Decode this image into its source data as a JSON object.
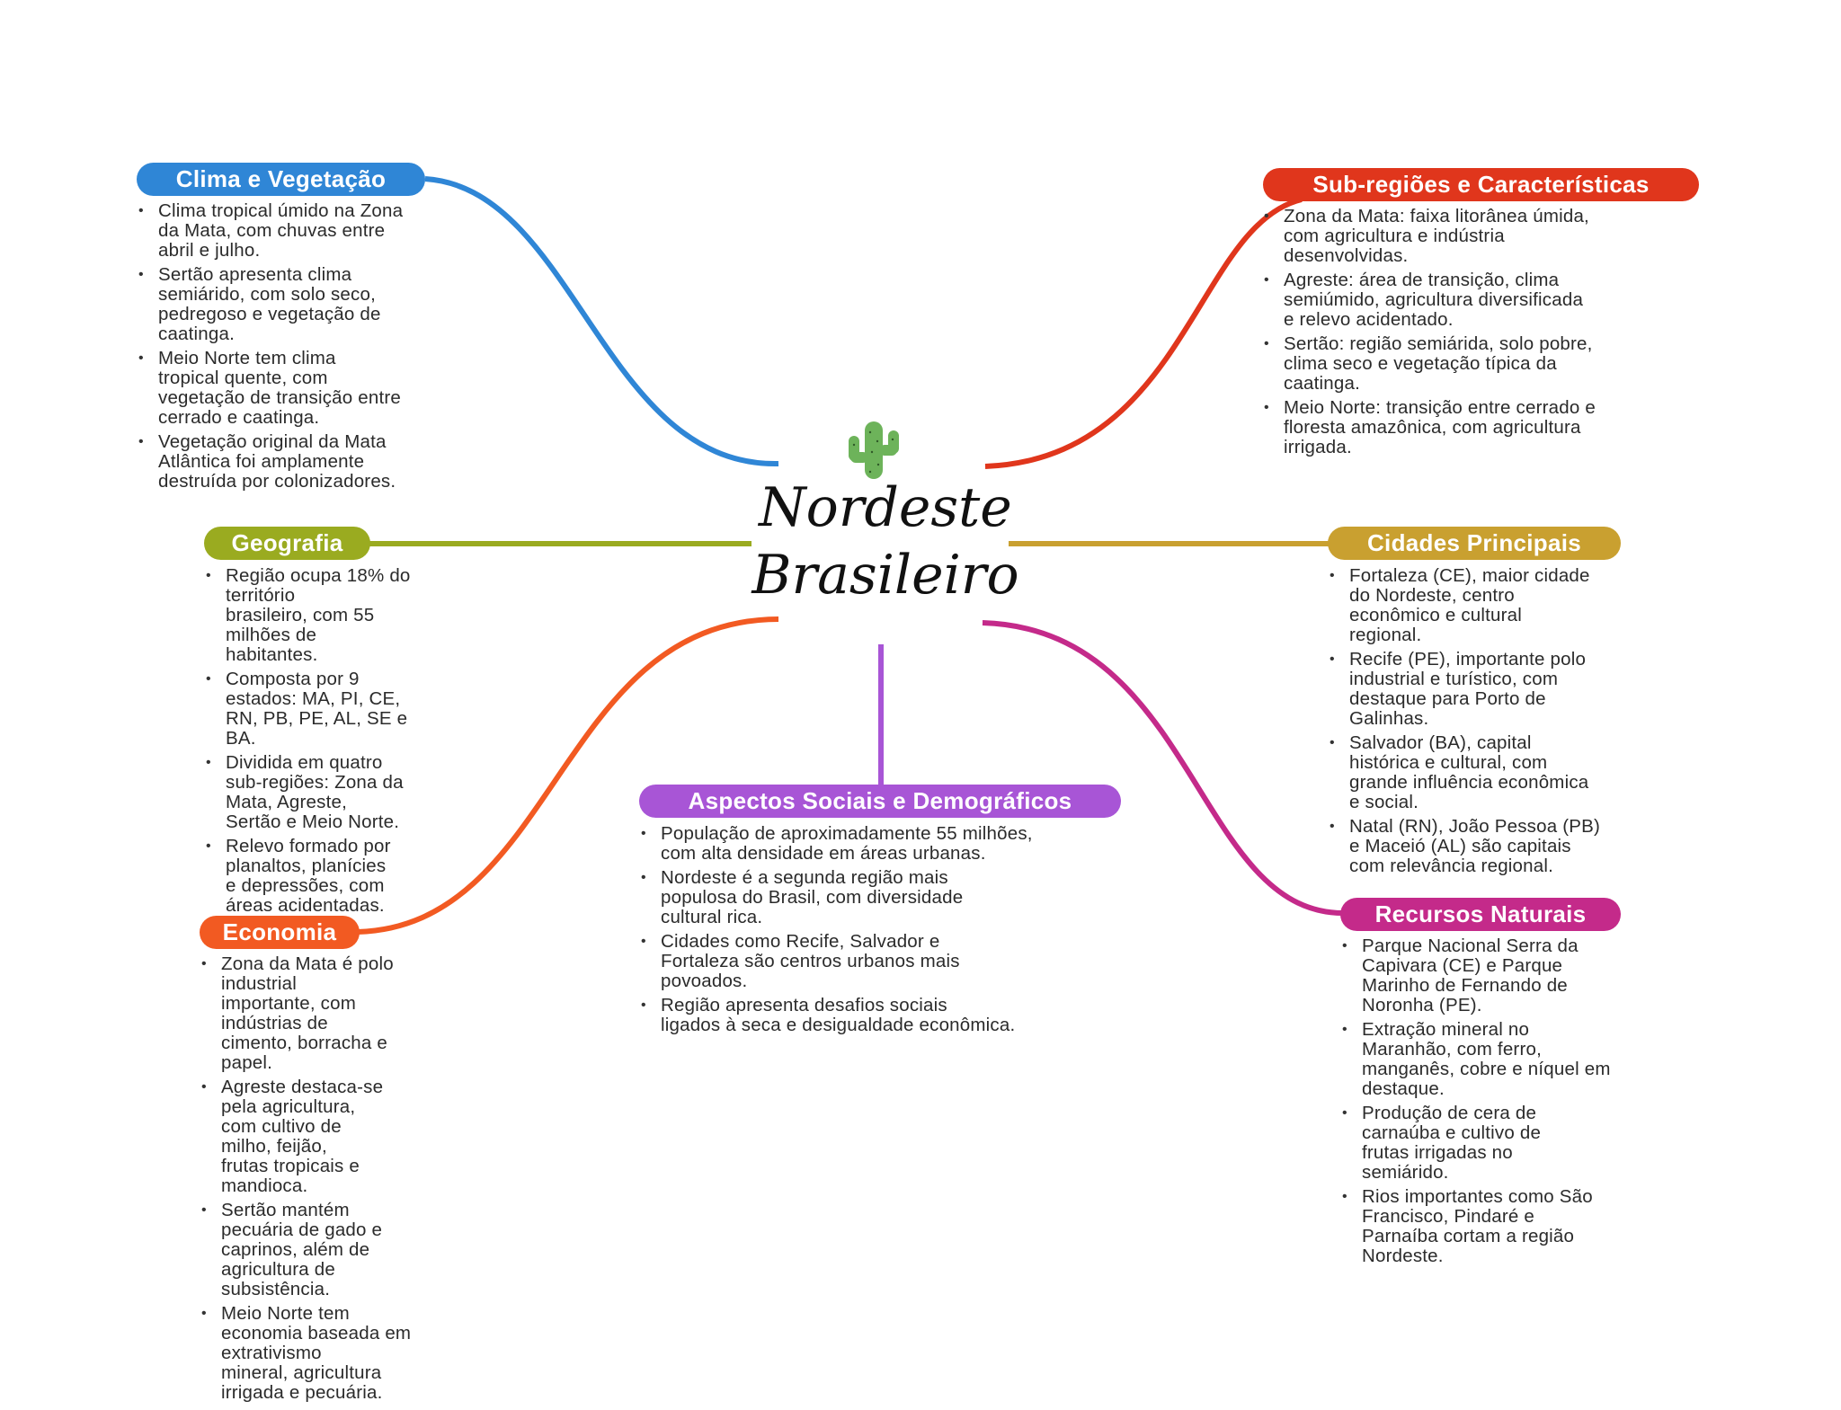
{
  "central": {
    "line1": "Nordeste",
    "line2": "Brasileiro",
    "icon": "cactus-icon"
  },
  "colors": {
    "clima": "#2F86D6",
    "sub": "#E0361C",
    "geo": "#9AAB20",
    "cidades": "#C9A030",
    "economia": "#F25A22",
    "sociais": "#A855D6",
    "recursos": "#C42A8A"
  },
  "sections": {
    "clima": {
      "title": "Clima e Vegetação",
      "bullets": [
        [
          "Clima tropical úmido na Zona",
          "da Mata, com chuvas entre",
          "abril e julho."
        ],
        [
          "Sertão apresenta clima",
          "semiárido, com solo seco,",
          "pedregoso e vegetação de",
          "caatinga."
        ],
        [
          "Meio Norte tem clima",
          "tropical quente, com",
          "vegetação de transição entre",
          "cerrado e caatinga."
        ],
        [
          "Vegetação original da Mata",
          "Atlântica foi amplamente",
          "destruída por colonizadores."
        ]
      ]
    },
    "sub": {
      "title": "Sub-regiões e Características",
      "bullets": [
        [
          "Zona da Mata: faixa litorânea úmida,",
          "com agricultura e indústria",
          "desenvolvidas."
        ],
        [
          "Agreste: área de transição, clima",
          "semiúmido, agricultura diversificada",
          "e relevo acidentado."
        ],
        [
          "Sertão: região semiárida, solo pobre,",
          "clima seco e vegetação típica da",
          "caatinga."
        ],
        [
          "Meio Norte: transição entre cerrado e",
          "floresta amazônica, com agricultura",
          "irrigada."
        ]
      ]
    },
    "geo": {
      "title": "Geografia",
      "bullets": [
        [
          "Região ocupa 18% do",
          "território",
          "brasileiro, com 55",
          "milhões de",
          "habitantes."
        ],
        [
          "Composta por 9",
          "estados: MA, PI, CE,",
          "RN, PB, PE, AL, SE e",
          "BA."
        ],
        [
          "Dividida em quatro",
          "sub-regiões: Zona da",
          "Mata, Agreste,",
          "Sertão e Meio Norte."
        ],
        [
          "Relevo formado por",
          "planaltos, planícies",
          "e depressões, com",
          "áreas acidentadas."
        ]
      ]
    },
    "cidades": {
      "title": "Cidades Principais",
      "bullets": [
        [
          "Fortaleza (CE), maior cidade",
          "do Nordeste, centro",
          "econômico e cultural",
          "regional."
        ],
        [
          "Recife (PE), importante polo",
          "industrial e turístico, com",
          "destaque para Porto de",
          "Galinhas."
        ],
        [
          "Salvador (BA), capital",
          "histórica e cultural, com",
          "grande influência econômica",
          "e social."
        ],
        [
          "Natal (RN), João Pessoa (PB)",
          "e Maceió (AL) são capitais",
          "com relevância regional."
        ]
      ]
    },
    "economia": {
      "title": "Economia",
      "bullets": [
        [
          "Zona da Mata é polo",
          "industrial",
          "importante, com",
          "indústrias de",
          "cimento, borracha e",
          "papel."
        ],
        [
          "Agreste destaca-se",
          "pela agricultura,",
          "com cultivo de",
          "milho, feijão,",
          "frutas tropicais e",
          "mandioca."
        ],
        [
          "Sertão mantém",
          "pecuária de gado e",
          "caprinos, além de",
          "agricultura de",
          "subsistência."
        ],
        [
          "Meio Norte tem",
          "economia baseada em",
          "extrativismo",
          "mineral, agricultura",
          "irrigada e pecuária."
        ]
      ]
    },
    "sociais": {
      "title": "Aspectos Sociais e Demográficos",
      "bullets": [
        [
          "População de aproximadamente 55 milhões,",
          "com alta densidade em áreas urbanas."
        ],
        [
          "Nordeste é a segunda região mais",
          "populosa do Brasil, com diversidade",
          "cultural rica."
        ],
        [
          "Cidades como Recife, Salvador e",
          "Fortaleza são centros urbanos mais",
          "povoados."
        ],
        [
          "Região apresenta desafios sociais",
          "ligados à seca e desigualdade econômica."
        ]
      ]
    },
    "recursos": {
      "title": "Recursos Naturais",
      "bullets": [
        [
          "Parque Nacional Serra da",
          "Capivara (CE) e Parque",
          "Marinho de Fernando de",
          "Noronha (PE)."
        ],
        [
          "Extração mineral no",
          "Maranhão, com ferro,",
          "manganês, cobre e níquel em",
          "destaque."
        ],
        [
          "Produção de cera de",
          "carnaúba e cultivo de",
          "frutas irrigadas no",
          "semiárido."
        ],
        [
          "Rios importantes como São",
          "Francisco, Pindaré e",
          "Parnaíba cortam a região",
          "Nordeste."
        ]
      ]
    }
  }
}
